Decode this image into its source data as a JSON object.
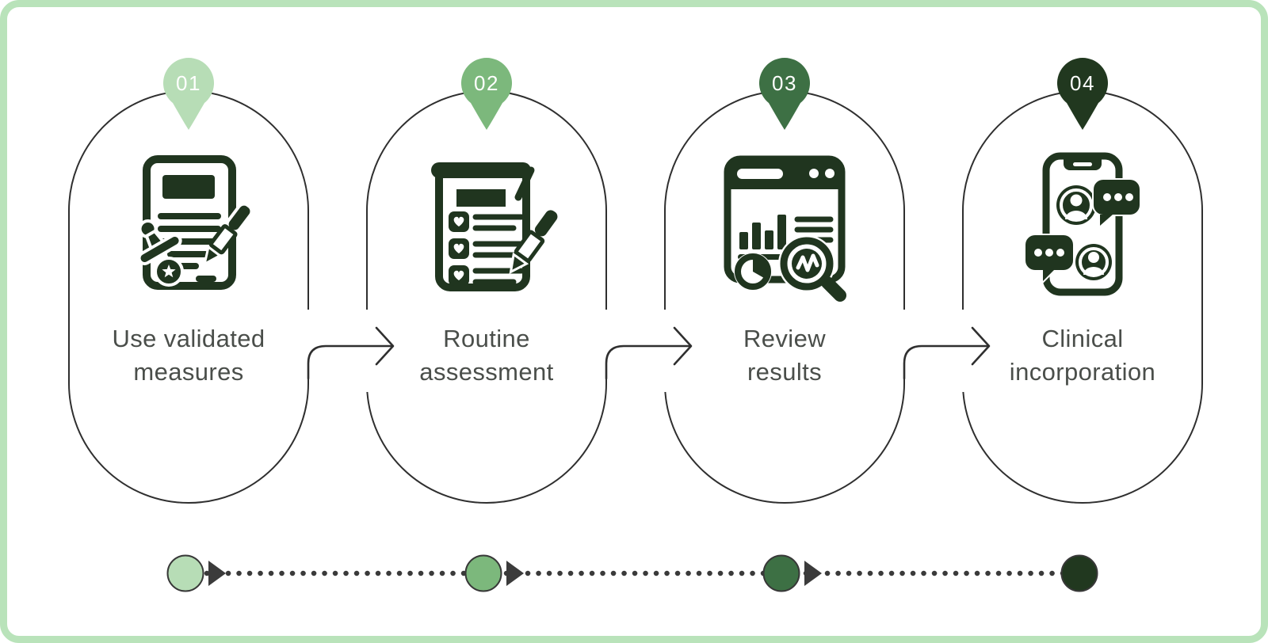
{
  "frame": {
    "border_color": "#b9e3ba",
    "background": "#ffffff"
  },
  "diagram": {
    "type": "process-flow",
    "direction": "left-to-right",
    "stroke_color": "#2f2f2f",
    "icon_color": "#20351f",
    "label_color": "#4a4e4a",
    "timeline_color": "#3a3a3a"
  },
  "steps": [
    {
      "number": "01",
      "label_lines": [
        "Use validated",
        "measures"
      ],
      "icon": "certificate-stamp-pen-icon",
      "color": "#b7ddb6"
    },
    {
      "number": "02",
      "label_lines": [
        "Routine",
        "assessment"
      ],
      "icon": "checklist-pen-icon",
      "color": "#7cb87c"
    },
    {
      "number": "03",
      "label_lines": [
        "Review",
        "results"
      ],
      "icon": "analytics-magnifier-icon",
      "color": "#3d7044"
    },
    {
      "number": "04",
      "label_lines": [
        "Clinical",
        "incorporation"
      ],
      "icon": "phone-chat-icon",
      "color": "#21381f"
    }
  ]
}
